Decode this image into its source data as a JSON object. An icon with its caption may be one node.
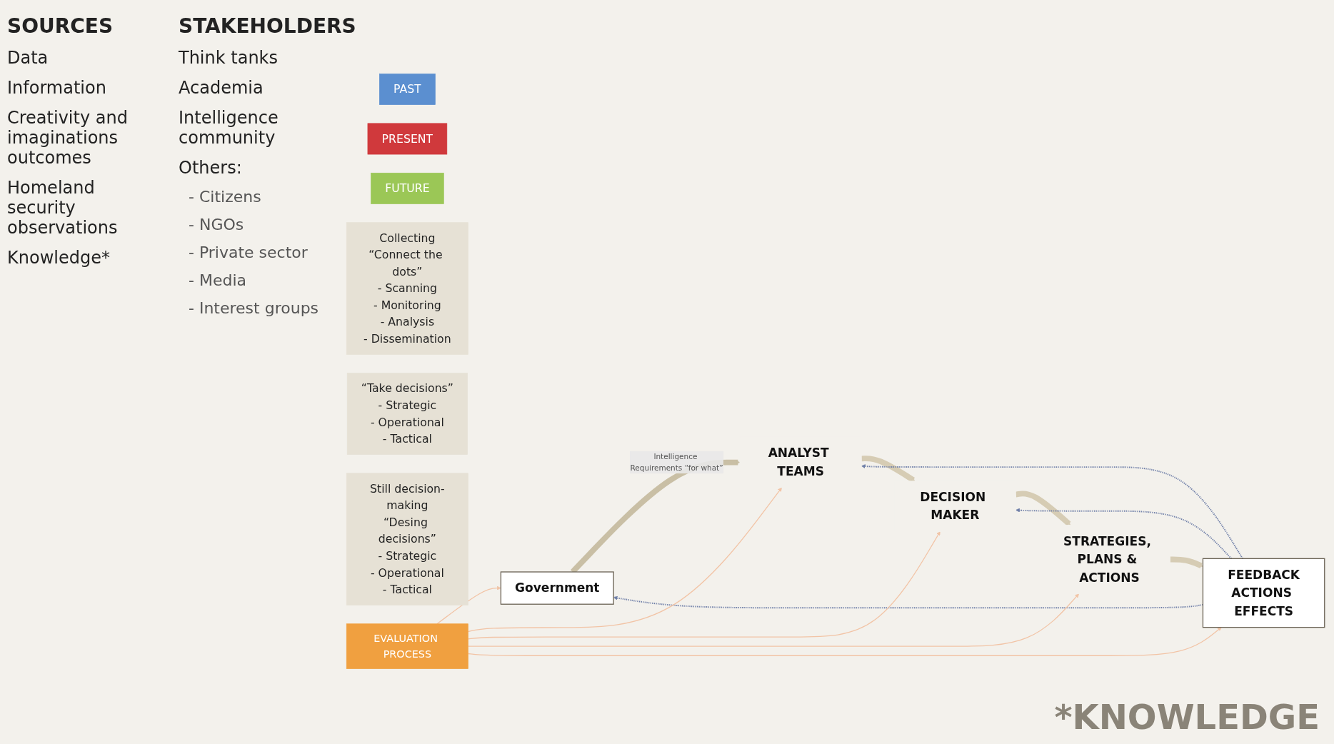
{
  "diagram": {
    "nodes": [
      {
        "text": [
          "PAST"
        ]
      },
      {
        "text": [
          "PRESENT"
        ]
      },
      {
        "text": [
          "FUTURE"
        ]
      },
      {
        "text": [
          "Government"
        ]
      },
      {
        "text": [
          "ANALYST TEAMS"
        ]
      },
      {
        "text": [
          "Collecting",
          "“Connect the dots”",
          "- Scanning",
          "- Monitoring",
          "- Analysis",
          "- Dissemination"
        ]
      },
      {
        "text": [
          "DECISION MAKER"
        ]
      },
      {
        "text": [
          "“Take decisions”",
          "- Strategic",
          "- Operational",
          "- Tactical"
        ]
      },
      {
        "text": [
          "STRATEGIES, PLANS & ACTIONS"
        ]
      },
      {
        "text": [
          "Still decision-making",
          "“Desing decisions”",
          "- Strategic",
          "- Operational",
          "- Tactical"
        ]
      },
      {
        "text": [
          "FEEDBACK",
          "ACTIONS EFFECTS"
        ]
      },
      {
        "text": [
          "EVALUATION PROCESS"
        ]
      }
    ],
    "edges": [
      {
        "from": 3,
        "to": 4,
        "arrow": "to",
        "label": "Intelligence Requirements “for what”",
        "style": "thick",
        "color": "#c9bfa5"
      },
      {
        "from": 4,
        "to": 6,
        "arrow": "to",
        "style": "thick",
        "color": "#d6ccb4"
      },
      {
        "from": 6,
        "to": 8,
        "arrow": "to",
        "style": "thick",
        "color": "#d6ccb4"
      },
      {
        "from": 8,
        "to": 10,
        "arrow": "to",
        "style": "thick",
        "color": "#d6ccb4"
      },
      {
        "from": 10,
        "to": 3,
        "arrow": "to",
        "style": "dashed",
        "color": "#6f7fa8"
      },
      {
        "from": 10,
        "to": 4,
        "arrow": "to",
        "style": "dashed",
        "color": "#6f7fa8"
      },
      {
        "from": 10,
        "to": 6,
        "arrow": "to",
        "style": "dashed",
        "color": "#6f7fa8"
      },
      {
        "from": 11,
        "to": 3,
        "arrow": "to",
        "color": "#f2c4a6"
      },
      {
        "from": 11,
        "to": 4,
        "arrow": "to",
        "color": "#f2c4a6"
      },
      {
        "from": 11,
        "to": 6,
        "arrow": "to",
        "color": "#f2c4a6"
      },
      {
        "from": 11,
        "to": 8,
        "arrow": "to",
        "color": "#f2c4a6"
      },
      {
        "from": 11,
        "to": 10,
        "arrow": "to",
        "color": "#f2c4a6"
      }
    ],
    "labels": [
      "STAKEHOLDERS",
      "SOURCES",
      "Data",
      "Information",
      "Creativity and imaginations outcomes",
      "Homeland security observations",
      "Knowledge*",
      "Think tanks",
      "Academia",
      "Intelligence community",
      "Others:",
      "- Citizens",
      "- NGOs",
      "- Private sector",
      "- Media",
      "- Interest groups",
      "*KNOWLEDGE"
    ]
  }
}
